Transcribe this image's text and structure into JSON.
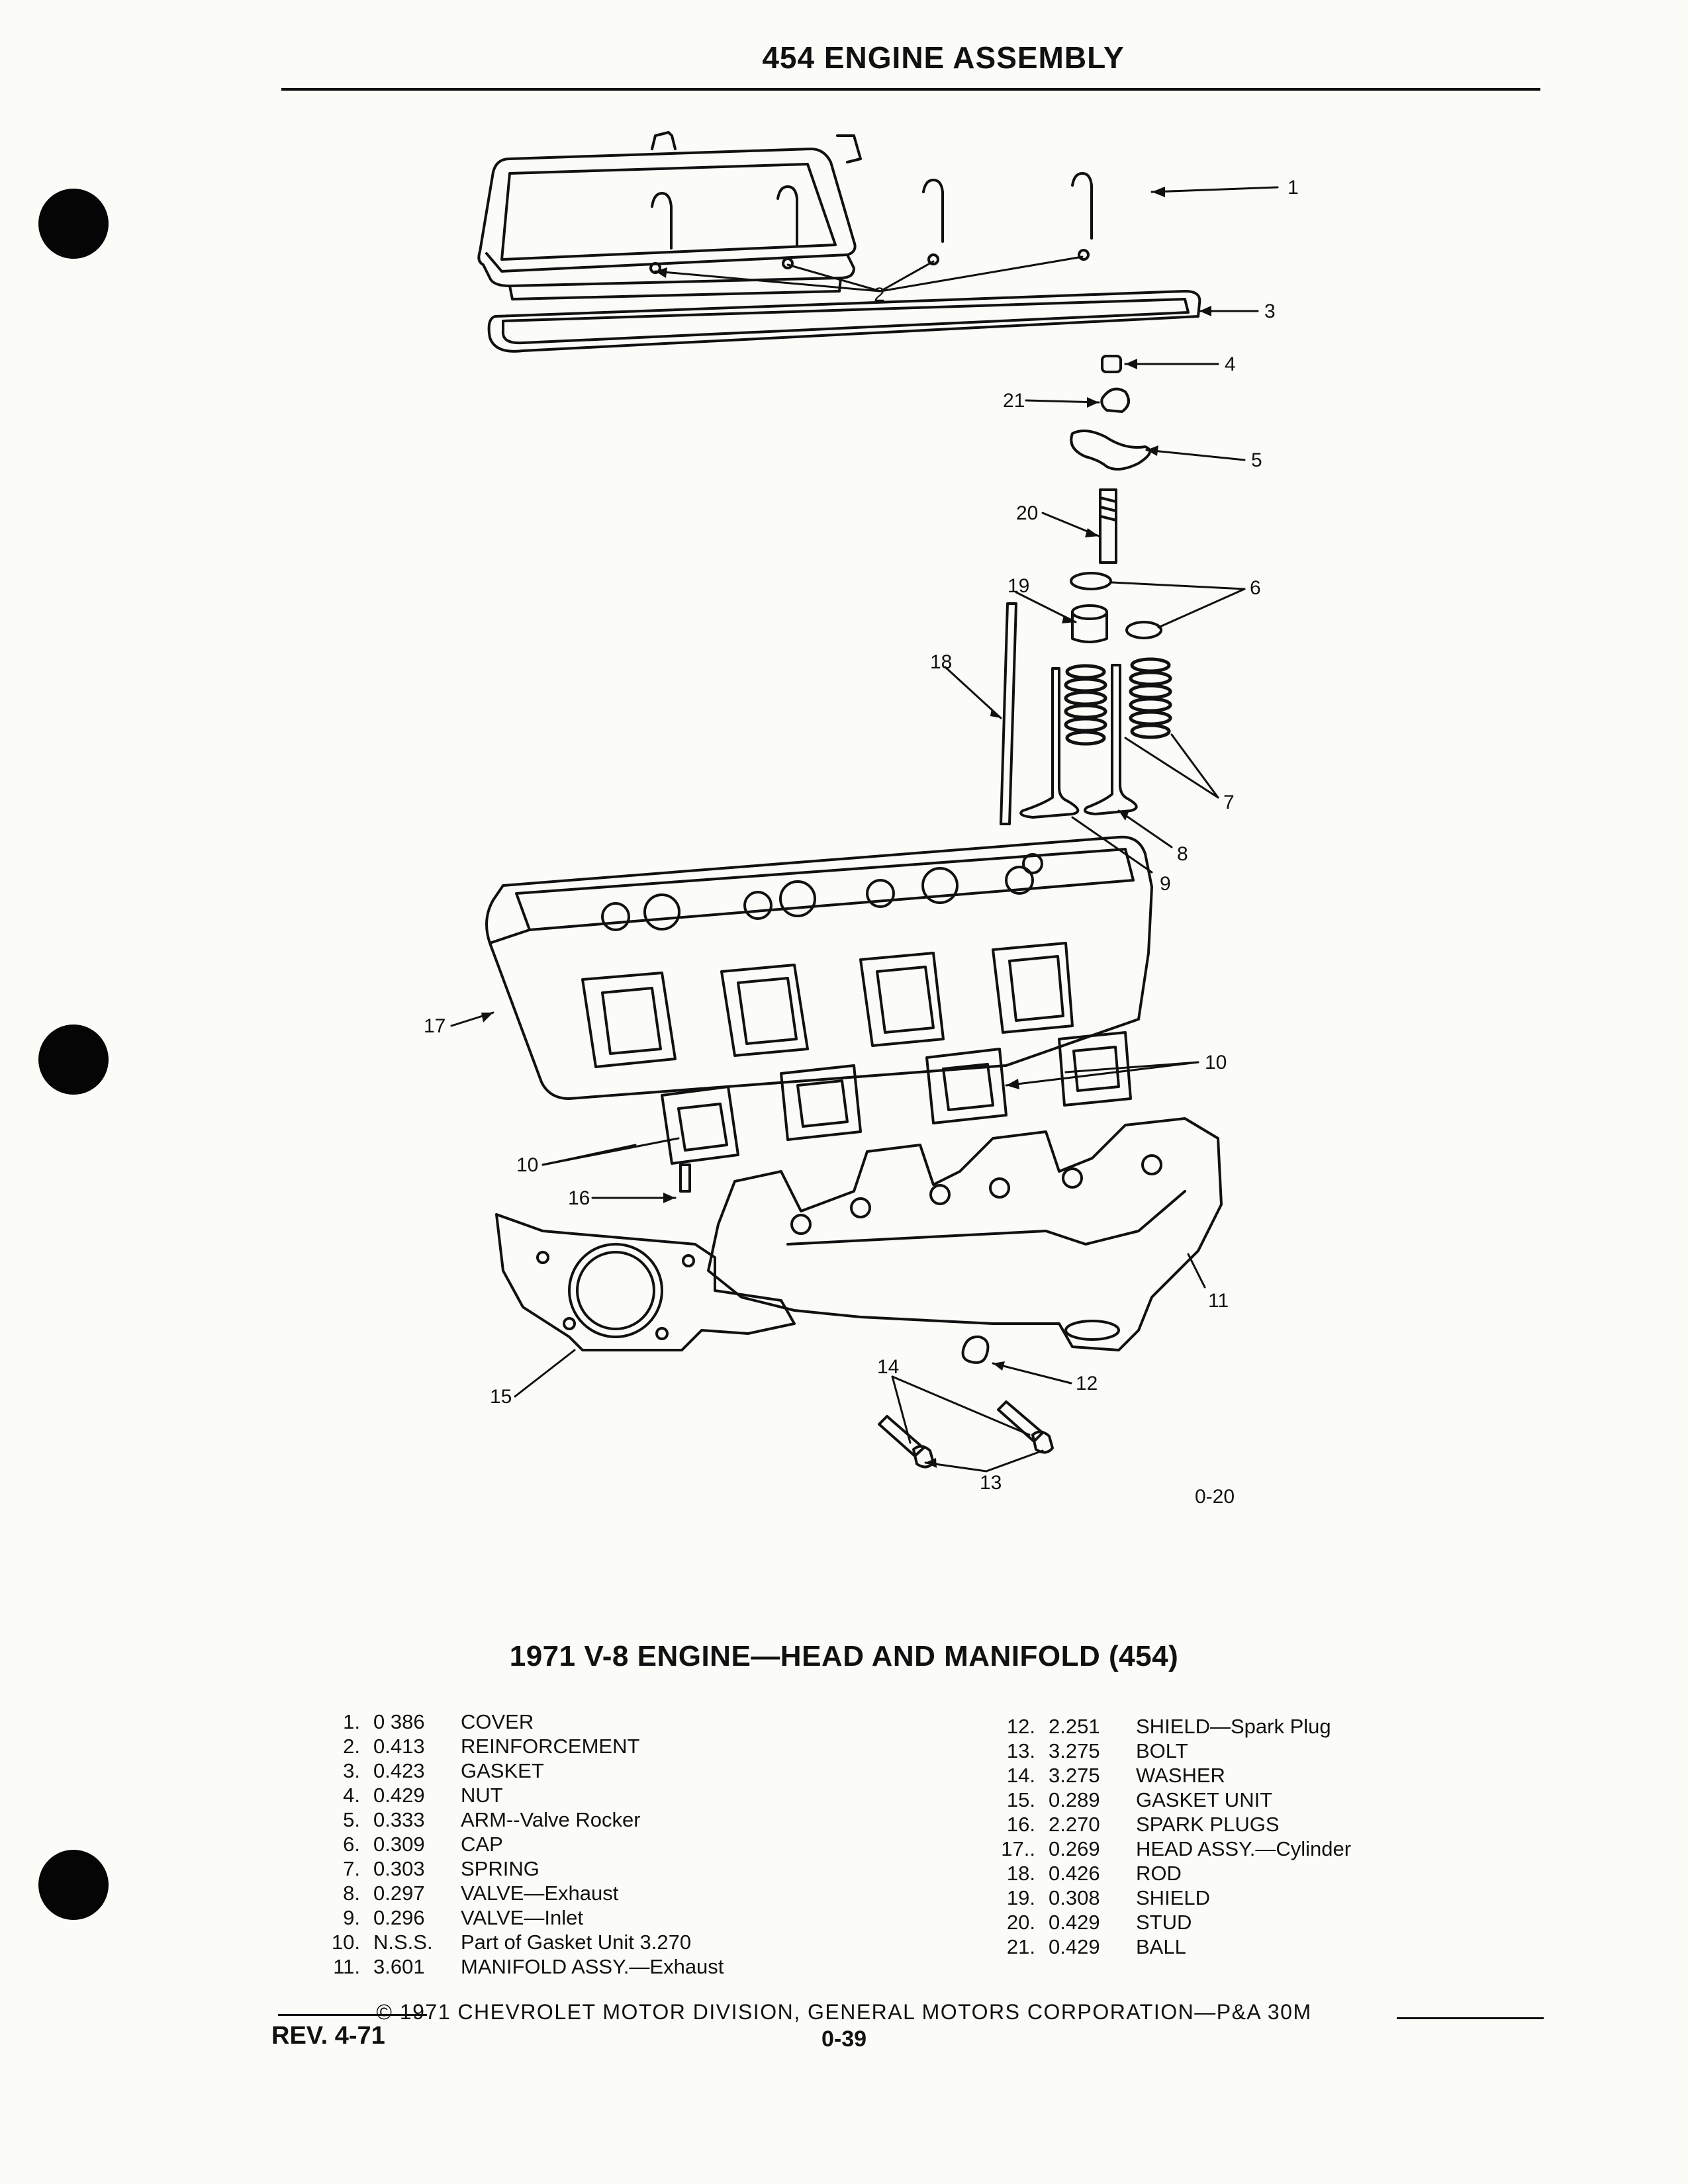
{
  "page": {
    "header_title": "454 ENGINE ASSEMBLY",
    "figure_code": "0-20",
    "caption": "1971 V-8 ENGINE—HEAD AND MANIFOLD (454)",
    "footer_copyright": "© 1971 CHEVROLET MOTOR DIVISION, GENERAL MOTORS CORPORATION—P&A 30M",
    "footer_rev": "REV. 4-71",
    "footer_page": "0-39"
  },
  "callouts": [
    "1",
    "2",
    "3",
    "4",
    "21",
    "5",
    "20",
    "6",
    "19",
    "18",
    "7",
    "8",
    "9",
    "17",
    "10",
    "10",
    "16",
    "11",
    "15",
    "12",
    "14",
    "13"
  ],
  "parts_left": [
    {
      "num": "1.",
      "code": "0 386",
      "name": "COVER"
    },
    {
      "num": "2.",
      "code": "0.413",
      "name": "REINFORCEMENT"
    },
    {
      "num": "3.",
      "code": "0.423",
      "name": "GASKET"
    },
    {
      "num": "4.",
      "code": "0.429",
      "name": "NUT"
    },
    {
      "num": "5.",
      "code": "0.333",
      "name": "ARM--Valve Rocker"
    },
    {
      "num": "6.",
      "code": "0.309",
      "name": "CAP"
    },
    {
      "num": "7.",
      "code": "0.303",
      "name": "SPRING"
    },
    {
      "num": "8.",
      "code": "0.297",
      "name": "VALVE—Exhaust"
    },
    {
      "num": "9.",
      "code": "0.296",
      "name": "VALVE—Inlet"
    },
    {
      "num": "10.",
      "code": "N.S.S.",
      "name": "Part of Gasket Unit 3.270"
    },
    {
      "num": "11.",
      "code": "3.601",
      "name": "MANIFOLD ASSY.—Exhaust"
    }
  ],
  "parts_right": [
    {
      "num": "12.",
      "code": "2.251",
      "name": "SHIELD—Spark Plug"
    },
    {
      "num": "13.",
      "code": "3.275",
      "name": "BOLT"
    },
    {
      "num": "14.",
      "code": "3.275",
      "name": "WASHER"
    },
    {
      "num": "15.",
      "code": "0.289",
      "name": "GASKET UNIT"
    },
    {
      "num": "16.",
      "code": "2.270",
      "name": "SPARK PLUGS"
    },
    {
      "num": "17..",
      "code": "0.269",
      "name": "HEAD ASSY.—Cylinder"
    },
    {
      "num": "18.",
      "code": "0.426",
      "name": "ROD"
    },
    {
      "num": "19.",
      "code": "0.308",
      "name": "SHIELD"
    },
    {
      "num": "20.",
      "code": "0.429",
      "name": "STUD"
    },
    {
      "num": "21.",
      "code": "0.429",
      "name": "BALL"
    }
  ]
}
